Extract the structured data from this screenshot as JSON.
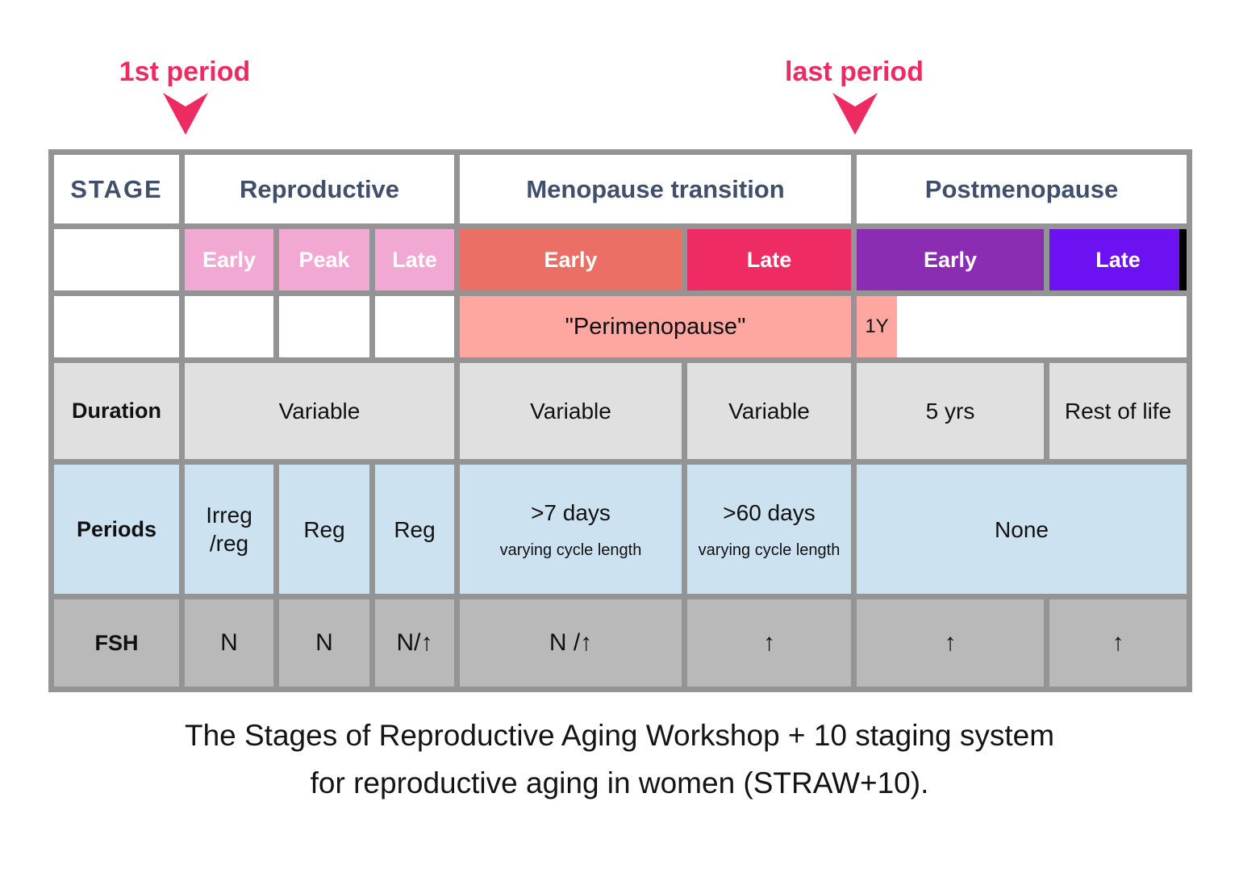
{
  "annotations": {
    "first_period": "1st period",
    "last_period": "last period",
    "accent_color": "#EE2A63"
  },
  "table": {
    "header": {
      "stage": "STAGE",
      "groups": [
        "Reproductive",
        "Menopause transition",
        "Postmenopause"
      ]
    },
    "substages": [
      {
        "label": "Early",
        "color": "#F1A8D2"
      },
      {
        "label": "Peak",
        "color": "#F1A8D2"
      },
      {
        "label": "Late",
        "color": "#F1A8D2"
      },
      {
        "label": "Early",
        "color": "#EB6F65"
      },
      {
        "label": "Late",
        "color": "#EE2B62"
      },
      {
        "label": "Early",
        "color": "#8A2DB2"
      },
      {
        "label": "Late",
        "color": "#6B11F2"
      }
    ],
    "perimenopause": {
      "label": "\"Perimenopause\"",
      "one_year": "1Y",
      "color": "#FDA7A0"
    },
    "duration": {
      "label": "Duration",
      "values": [
        "Variable",
        "Variable",
        "Variable",
        "5 yrs",
        "Rest of life"
      ]
    },
    "periods": {
      "label": "Periods",
      "values": [
        {
          "main": "Irreg\n/reg",
          "note": ""
        },
        {
          "main": "Reg",
          "note": ""
        },
        {
          "main": "Reg",
          "note": ""
        },
        {
          "main": ">7 days",
          "note": "varying cycle length"
        },
        {
          "main": ">60 days",
          "note": "varying cycle length"
        },
        {
          "main": "None",
          "note": ""
        }
      ]
    },
    "fsh": {
      "label": "FSH",
      "values": [
        "N",
        "N",
        "N/↑",
        "N /↑",
        "↑",
        "↑",
        "↑"
      ]
    },
    "colors": {
      "border": "#949494",
      "header_text": "#3F4F6C",
      "duration_row": "#E0E0E0",
      "periods_row": "#CCE2F1",
      "fsh_row": "#B9B9B9"
    }
  },
  "caption": "The Stages of Reproductive Aging Workshop + 10 staging system\nfor reproductive aging in women (STRAW+10)."
}
